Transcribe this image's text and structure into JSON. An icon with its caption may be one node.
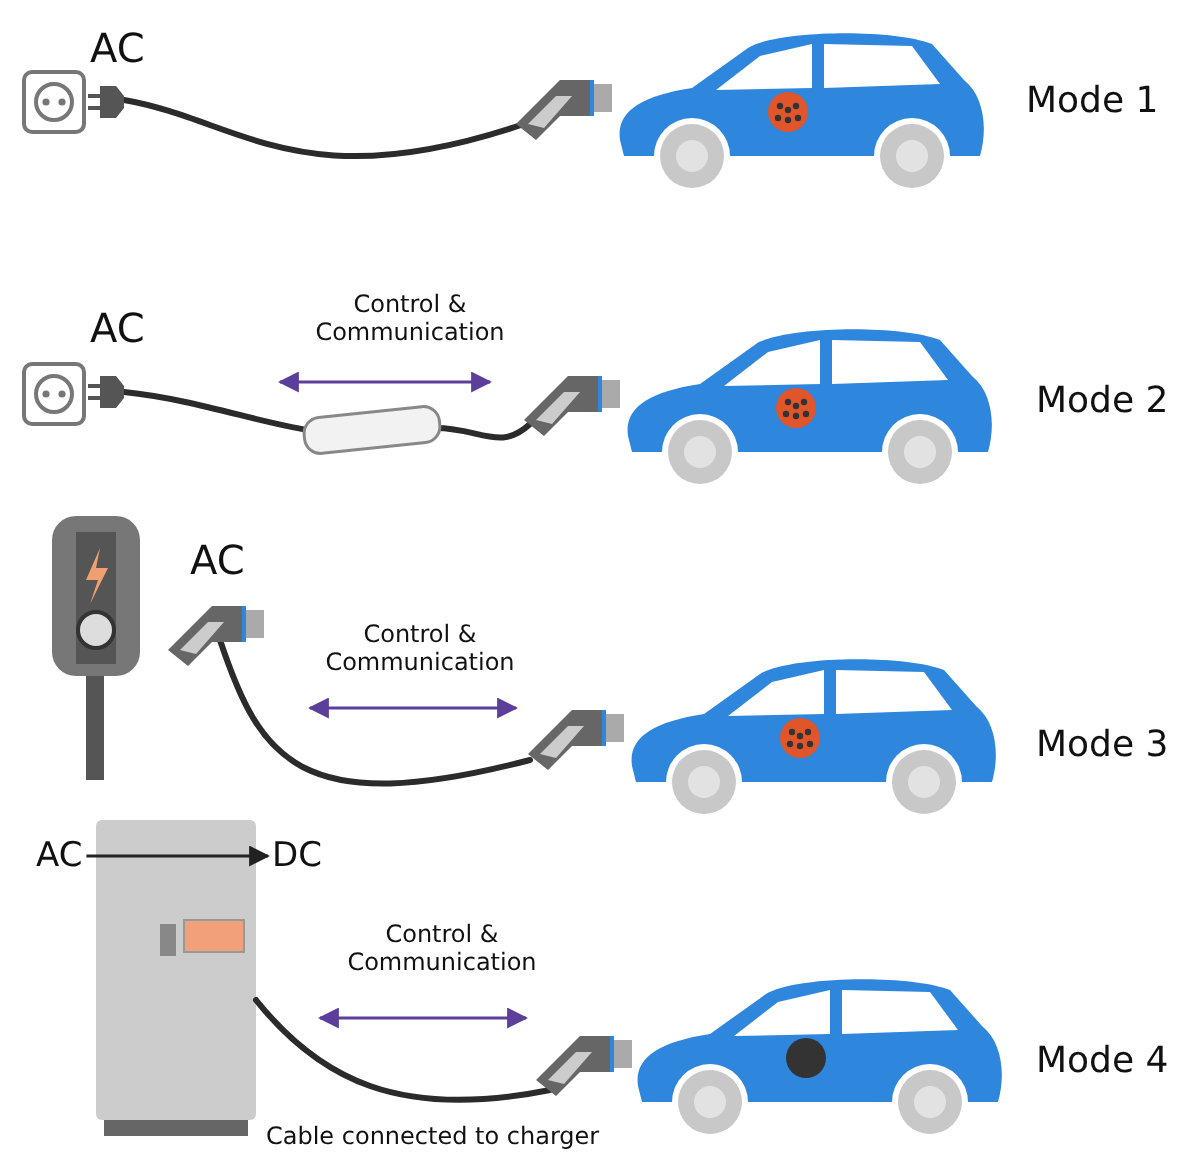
{
  "diagram": {
    "nodes": [
      {
        "text": [
          "AC"
        ]
      },
      {
        "text": [
          "DC"
        ]
      }
    ],
    "edges": [
      {
        "from": 0,
        "to": 1,
        "arrow": "to"
      }
    ],
    "labels": [
      "AC",
      "Mode 1",
      "Control & Communication",
      "AC",
      "Mode 2",
      "AC",
      "Control & Communication",
      "Mode 3",
      "Control & Communication",
      "Mode 4",
      "Cable connected to charger"
    ]
  }
}
